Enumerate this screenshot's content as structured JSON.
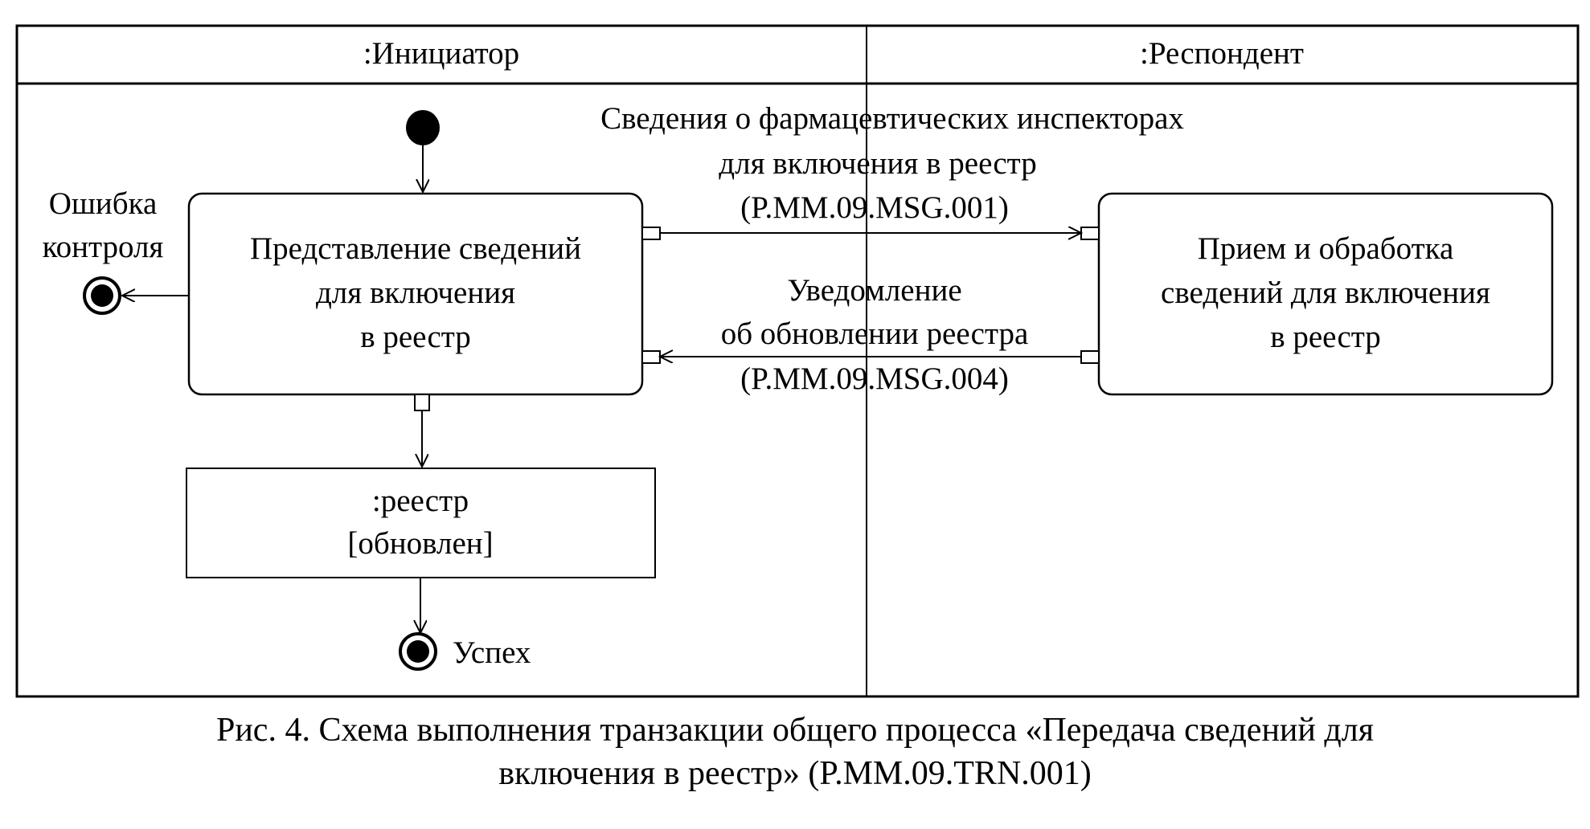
{
  "swimlanes": [
    {
      "title": ":Инициатор"
    },
    {
      "title": ":Респондент"
    }
  ],
  "nodes": {
    "initial": {
      "type": "initial-node"
    },
    "submit_action": {
      "type": "action",
      "lines": [
        "Представление сведений",
        "для включения",
        "в реестр"
      ]
    },
    "receive_action": {
      "type": "action",
      "lines": [
        "Прием и обработка",
        "сведений для включения",
        "в реестр"
      ]
    },
    "registry_object": {
      "type": "object",
      "lines": [
        ":реестр",
        "[обновлен]"
      ]
    },
    "error_final": {
      "type": "final-node",
      "label_lines": [
        "Ошибка",
        "контроля"
      ]
    },
    "success_final": {
      "type": "final-node",
      "label": "Успех"
    }
  },
  "messages": [
    {
      "direction": "initiator-to-respondent",
      "lines": [
        "Сведения о фармацевтических инспекторах",
        "для включения в реестр",
        "(P.MM.09.MSG.001)"
      ]
    },
    {
      "direction": "respondent-to-initiator",
      "lines": [
        "Уведомление",
        "об обновлении реестра",
        "(P.MM.09.MSG.004)"
      ]
    }
  ],
  "caption": {
    "line1": "Рис. 4. Схема выполнения транзакции общего процесса «Передача сведений для",
    "line2": "включения в реестр» (P.MM.09.TRN.001)"
  }
}
